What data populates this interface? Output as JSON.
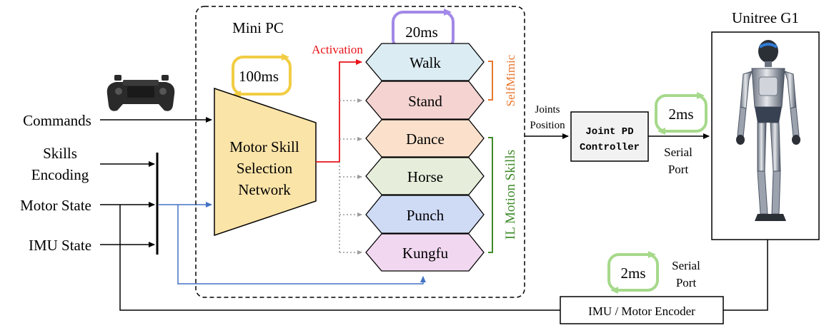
{
  "inputs": {
    "commands": "Commands",
    "skills_encoding_line1": "Skills",
    "skills_encoding_line2": "Encoding",
    "motor_state": "Motor State",
    "imu_state": "IMU State"
  },
  "mini_pc": {
    "title": "Mini PC",
    "rate": "100ms",
    "network_line1": "Motor Skill",
    "network_line2": "Selection",
    "network_line3": "Network",
    "activation": "Activation"
  },
  "skills": {
    "rate": "20ms",
    "items": [
      "Walk",
      "Stand",
      "Dance",
      "Horse",
      "Punch",
      "Kungfu"
    ],
    "group_selfmimic": "SelfMimic",
    "group_il": "IL Motion Skills"
  },
  "controller": {
    "joints_line1": "Joints",
    "joints_line2": "Position",
    "label_line1": "Joint PD",
    "label_line2": "Controller",
    "rate": "2ms",
    "serial_line1": "Serial",
    "serial_line2": "Port"
  },
  "robot": {
    "title": "Unitree G1"
  },
  "encoder": {
    "label": "IMU / Motor Encoder",
    "rate": "2ms",
    "serial_line1": "Serial",
    "serial_line2": "Port"
  },
  "colors": {
    "activation": "#e8141a",
    "selfmimic": "#e8772e",
    "il_skills": "#3f8a2a",
    "rate_100ms": "#f2cd44",
    "rate_20ms": "#a389e8",
    "rate_2ms": "#a6d98b",
    "state_link": "#4472c4",
    "network_fill": "#fbe4a8",
    "walk": "#dcecf3",
    "stand": "#f4d3d1",
    "dance": "#fbe1cc",
    "horse": "#e6eedb",
    "punch": "#cfdaf5",
    "kungfu": "#f1d8f0"
  }
}
